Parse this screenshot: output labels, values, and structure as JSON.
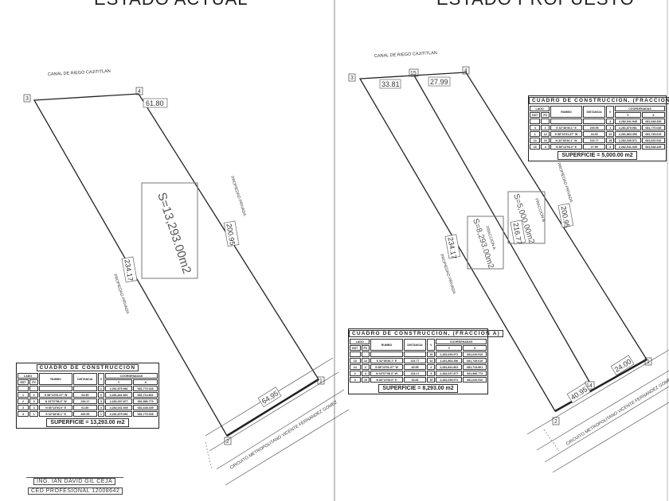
{
  "left": {
    "title": "ESTADO ACTUAL",
    "canal_label": "CANAL DE RIEGO CAJITITLAN",
    "vertices": [
      "3",
      "4",
      "1",
      "2"
    ],
    "sides": {
      "top": "61.80",
      "right": "200.95",
      "left": "234.17",
      "bottom": "64.95"
    },
    "area": "S=13,293.00m2",
    "neighbor_right": "PROPIEDAD PRIVADA",
    "neighbor_left": "PROPIEDAD PRIVADA",
    "road": "CIRCUITO METROPOLITANO VICENTE FERNANDEZ GOMEZ",
    "table": {
      "caption": "CUADRO DE CONSTRUCCION",
      "headers": [
        "LADO",
        "EST",
        "PV",
        "RUMBO",
        "DISTANCIA",
        "V",
        "COORDENADAS",
        "Y",
        "X"
      ],
      "rows": [
        [
          "",
          "",
          "",
          "",
          "1",
          "2,281,875.981",
          "681,770.028"
        ],
        [
          "1",
          "2",
          "S 58°13'51.37\" W",
          "64.95",
          "2",
          "2,281,841.801",
          "681,714.801"
        ],
        [
          "2",
          "3",
          "N 33°07'58.3\" W",
          "234.17",
          "3",
          "2,282,037.877",
          "681,586.773"
        ],
        [
          "3",
          "4",
          "N 86°13'54.0\" E",
          "61.80",
          "4",
          "2,282,041.945",
          "681,648.439"
        ],
        [
          "4",
          "1",
          "S 32°48'46.1\" E",
          "200.95",
          "1",
          "2,281,875.981",
          "681,770.028"
        ]
      ],
      "surface": "SUPERFICIE = 13,293.00 m2"
    }
  },
  "right": {
    "title": "ESTADO PROPUESTO",
    "canal_label": "CANAL DE RIEGO CAJITITLAN",
    "vertices": [
      "3",
      "15",
      "4",
      "1",
      "14",
      "2"
    ],
    "sides": {
      "top_a": "33.81",
      "top_b": "27.99",
      "left": "234.17",
      "middle": "216.77",
      "right": "200.95",
      "bottom_a": "40.95",
      "bottom_b": "24.00"
    },
    "fraccion_a": {
      "name": "FRACCION A",
      "area": "S=8,293.00m2"
    },
    "fraccion_b": {
      "name": "FRACCION B",
      "area": "S=5,000.00m2"
    },
    "neighbor_right": "PROPIEDAD PRIVADA",
    "neighbor_left": "PROPIEDAD PRIVADA",
    "road": "CIRCUITO METROPOLITANO VICENTE FERNANDEZ GOMEZ",
    "table_b": {
      "caption": "CUADRO DE CONSTRUCCION, (FRACCION B)",
      "headers": [
        "LADO",
        "EST",
        "PV",
        "RUMBO",
        "DISTANCIA",
        "V",
        "COORDENADAS",
        "Y",
        "X"
      ],
      "rows": [
        [
          "",
          "",
          "",
          "",
          "4",
          "2,282,041.945",
          "681,648.439"
        ],
        [
          "4",
          "1",
          "S 32°48'46.1\" E",
          "200.95",
          "1",
          "2,281,875.981",
          "681,770.028"
        ],
        [
          "1",
          "14",
          "S 58°13'51.37\" W",
          "24.00",
          "14",
          "2,281,863.356",
          "681,749.619"
        ],
        [
          "14",
          "15",
          "N 32°48'46.1\" W",
          "216.77",
          "15",
          "2,282,039.971",
          "681,620.510"
        ],
        [
          "15",
          "4",
          "N 86°13'54.0\" E",
          "27.99",
          "4",
          "2,282,041.945",
          "681,648.439"
        ]
      ],
      "surface": "SUPERFICIE = 5,000.00 m2"
    },
    "table_a": {
      "caption": "CUADRO DE CONSTRUCCION, (FRACCION A)",
      "headers": [
        "LADO",
        "EST",
        "PV",
        "RUMBO",
        "DISTANCIA",
        "V",
        "COORDENADAS",
        "Y",
        "X"
      ],
      "rows": [
        [
          "",
          "",
          "",
          "",
          "15",
          "2,282,039.971",
          "681,620.510"
        ],
        [
          "15",
          "14",
          "S 32°48'46.1\" E",
          "216.77",
          "14",
          "2,281,863.356",
          "681,749.619"
        ],
        [
          "14",
          "2",
          "S 58°13'51.37\" W",
          "40.95",
          "2",
          "2,281,841.801",
          "681,714.801"
        ],
        [
          "2",
          "3",
          "N 33°07'58.3\" W",
          "234.17",
          "3",
          "2,282,037.877",
          "681,586.773"
        ],
        [
          "3",
          "15",
          "N 86°13'54.0\" E",
          "33.81",
          "15",
          "2,282,039.971",
          "681,620.510"
        ]
      ],
      "surface": "SUPERFICIE = 8,293.00 m2"
    }
  },
  "signature": {
    "name": "ING. IAN DAVID GIL CEJA",
    "license": "CED PROFESIONAL 12008642"
  }
}
